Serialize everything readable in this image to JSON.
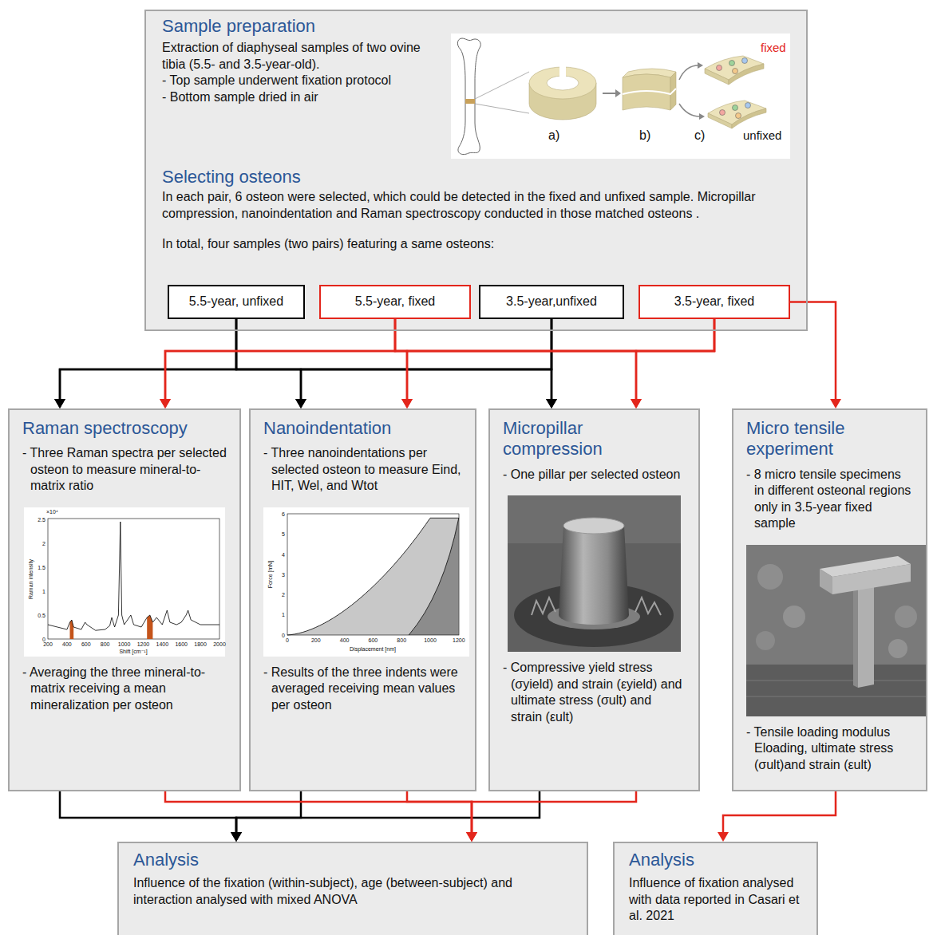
{
  "diagram": {
    "nodes": [
      {
        "text": [
          "Sample preparation",
          "Extraction of diaphyseal samples of two ovine tibia (5.5- and 3.5-year-old).",
          "- Top sample underwent fixation protocol",
          "- Bottom sample dried in air",
          "Selecting osteons",
          "In each pair, 6 osteon were selected, which could be detected in the fixed and unfixed sample. Micropillar compression, nanoindentation and Raman spectroscopy conducted in those matched osteons .",
          "In total, four samples (two pairs) featuring a same osteons:"
        ]
      },
      {
        "text": [
          "5.5-year, unfixed"
        ],
        "in": 0
      },
      {
        "text": [
          "5.5-year, fixed"
        ],
        "in": 0
      },
      {
        "text": [
          "3.5-year,unfixed"
        ],
        "in": 0
      },
      {
        "text": [
          "3.5-year, fixed"
        ],
        "in": 0
      },
      {
        "text": [
          "Raman spectroscopy",
          "- Three Raman spectra per selected osteon to measure mineral-to-matrix ratio",
          "- Averaging the three mineral-to-matrix receiving a mean mineralization per osteon"
        ]
      },
      {
        "text": [
          "Nanoindentation",
          "- Three nanoindentations per selected osteon to measure Eind, HIT, Wel, and Wtot",
          "- Results of the three indents were averaged receiving mean values per osteon"
        ]
      },
      {
        "text": [
          "Micropillar compression",
          "- One pillar per selected osteon",
          "- Compressive yield stress (σyield) and strain (εyield) and ultimate stress (σult) and strain (εult)"
        ]
      },
      {
        "text": [
          "Micro tensile experiment",
          "- 8 micro tensile specimens in different osteonal regions only in 3.5-year fixed sample",
          "- Tensile loading modulus Eloading, ultimate stress (σult)and strain (εult)"
        ]
      },
      {
        "text": [
          "Analysis",
          "Influence of the fixation (within-subject), age (between-subject) and interaction analysed with mixed ANOVA"
        ]
      },
      {
        "text": [
          "Analysis",
          "Influence of fixation analysed with data reported in Casari et al. 2021"
        ]
      }
    ],
    "edges": [
      {
        "from": 1,
        "to": 5,
        "arrow": "to"
      },
      {
        "from": 1,
        "to": 6,
        "arrow": "to"
      },
      {
        "from": 1,
        "to": 7,
        "arrow": "to"
      },
      {
        "from": 3,
        "to": 5,
        "arrow": "to"
      },
      {
        "from": 3,
        "to": 6,
        "arrow": "to"
      },
      {
        "from": 3,
        "to": 7,
        "arrow": "to"
      },
      {
        "from": 2,
        "to": 5,
        "arrow": "to"
      },
      {
        "from": 2,
        "to": 6,
        "arrow": "to"
      },
      {
        "from": 2,
        "to": 7,
        "arrow": "to"
      },
      {
        "from": 4,
        "to": 5,
        "arrow": "to"
      },
      {
        "from": 4,
        "to": 6,
        "arrow": "to"
      },
      {
        "from": 4,
        "to": 7,
        "arrow": "to"
      },
      {
        "from": 4,
        "to": 8,
        "arrow": "to"
      },
      {
        "from": 5,
        "to": 9,
        "arrow": "to"
      },
      {
        "from": 6,
        "to": 9,
        "arrow": "to"
      },
      {
        "from": 7,
        "to": 9,
        "arrow": "to"
      },
      {
        "from": 5,
        "to": 9,
        "arrow": "to"
      },
      {
        "from": 6,
        "to": 9,
        "arrow": "to"
      },
      {
        "from": 7,
        "to": 9,
        "arrow": "to"
      },
      {
        "from": 8,
        "to": 10,
        "arrow": "to"
      }
    ],
    "labels": [
      "a)",
      "b)",
      "c)",
      "fixed",
      "unfixed",
      "×10⁴",
      "0",
      "0.5",
      "1",
      "1.5",
      "2",
      "2.5",
      "200",
      "400",
      "600",
      "800",
      "1000",
      "1200",
      "1400",
      "1600",
      "1800",
      "2000",
      "Raman intensity",
      "Shift [cm⁻¹]",
      "0",
      "1",
      "2",
      "3",
      "4",
      "5",
      "6",
      "0",
      "200",
      "400",
      "600",
      "800",
      "1000",
      "1200",
      "Force [mN]",
      "Displacement [nm]"
    ]
  }
}
